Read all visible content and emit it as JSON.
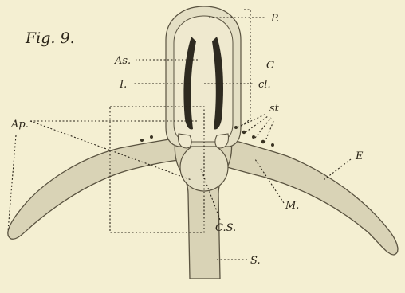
{
  "figure": {
    "title": "Fig. 9.",
    "labels": {
      "P": "P.",
      "C": "C",
      "As": "As.",
      "cl": "cl.",
      "I": "I.",
      "st": "st",
      "Ap": "Ap.",
      "E": "E",
      "M": "M.",
      "CS": "C.S.",
      "S": "S."
    }
  }
}
